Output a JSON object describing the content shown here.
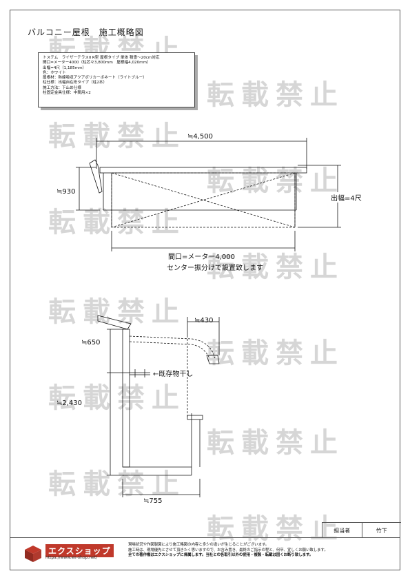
{
  "title": "バルコニー屋根　施工概略図",
  "spec": [
    "トステム　ライザーテラスII R型 屋根タイプ 単体 積雪～20cm対応",
    "間口=メーター4000（柱芯々3,800mm　屋根幅4,020mm）",
    "出幅=4尺（1,185mm）",
    "色：ホワイト",
    "屋根材：熱線吸収アクアポリカーボネート（ライトブルー）",
    "柱仕様：出幅自在桁タイプ（柱2本）",
    "施工方法：下止め仕様",
    "柱固定金具仕様：中間用×2"
  ],
  "watermark": "転載禁止",
  "dims": {
    "top_width": "≒4,500",
    "height_930": "≒930",
    "depth": "出幅=4尺",
    "frontage": "間口=メーター4,000",
    "install_note": "センター振分けで設置致します",
    "side_430": "≒430",
    "side_650": "≒650",
    "side_2430": "≒2,430",
    "side_755": "≒755",
    "laundry": "←既存物干し"
  },
  "sign": {
    "label": "担当者",
    "name": "竹下"
  },
  "logo": {
    "name": "エクスショップ",
    "url": "https://www.ex-shop.net/"
  },
  "notes": [
    "現場状況や作図製図により施工略図の内容と多少の違いが生じることがございます。",
    "施工時は、現場優先とさせて頂きたく思いますので、お含み置き、最終のご指示の程と、何卒、宜しくお願い致します。",
    "全ての著作権はエクスショップに帰属します。当社との各取引以外の使用・複製・転載は固くお断り致します。"
  ]
}
